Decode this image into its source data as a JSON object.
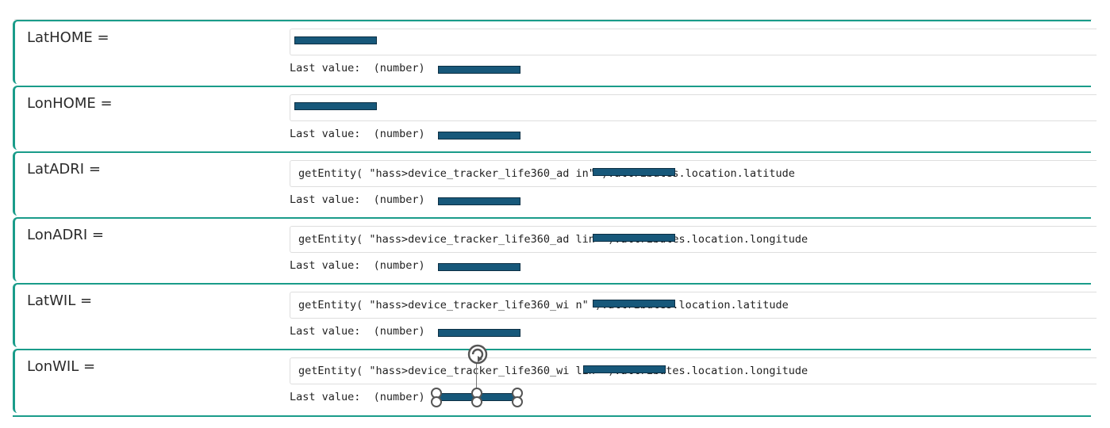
{
  "rows": [
    {
      "label": "LatHOME =",
      "expression": "",
      "last_prefix": "Last value:  (number)"
    },
    {
      "label": "LonHOME =",
      "expression": "",
      "last_prefix": "Last value:  (number)"
    },
    {
      "label": "LatADRI =",
      "expression": "getEntity( \"hass>device_tracker_life360_ad            in\" ).attributes.location.latitude",
      "last_prefix": "Last value:  (number)"
    },
    {
      "label": "LonADRI =",
      "expression": "getEntity( \"hass>device_tracker_life360_ad            lin\" ).attributes.location.longitude",
      "last_prefix": "Last value:  (number)"
    },
    {
      "label": "LatWIL =",
      "expression": "getEntity( \"hass>device_tracker_life360_wi            n\" ).attributes.location.latitude",
      "last_prefix": "Last value:  (number)"
    },
    {
      "label": "LonWIL =",
      "expression": "getEntity( \"hass>device_tracker_life360_wi            lin\" ).attributes.location.longitude",
      "last_prefix": "Last value:  (number)"
    }
  ],
  "colors": {
    "accent": "#1a9c8a",
    "redaction": "#17587a"
  },
  "icons": {
    "rotate": "rotate-handle-icon"
  }
}
